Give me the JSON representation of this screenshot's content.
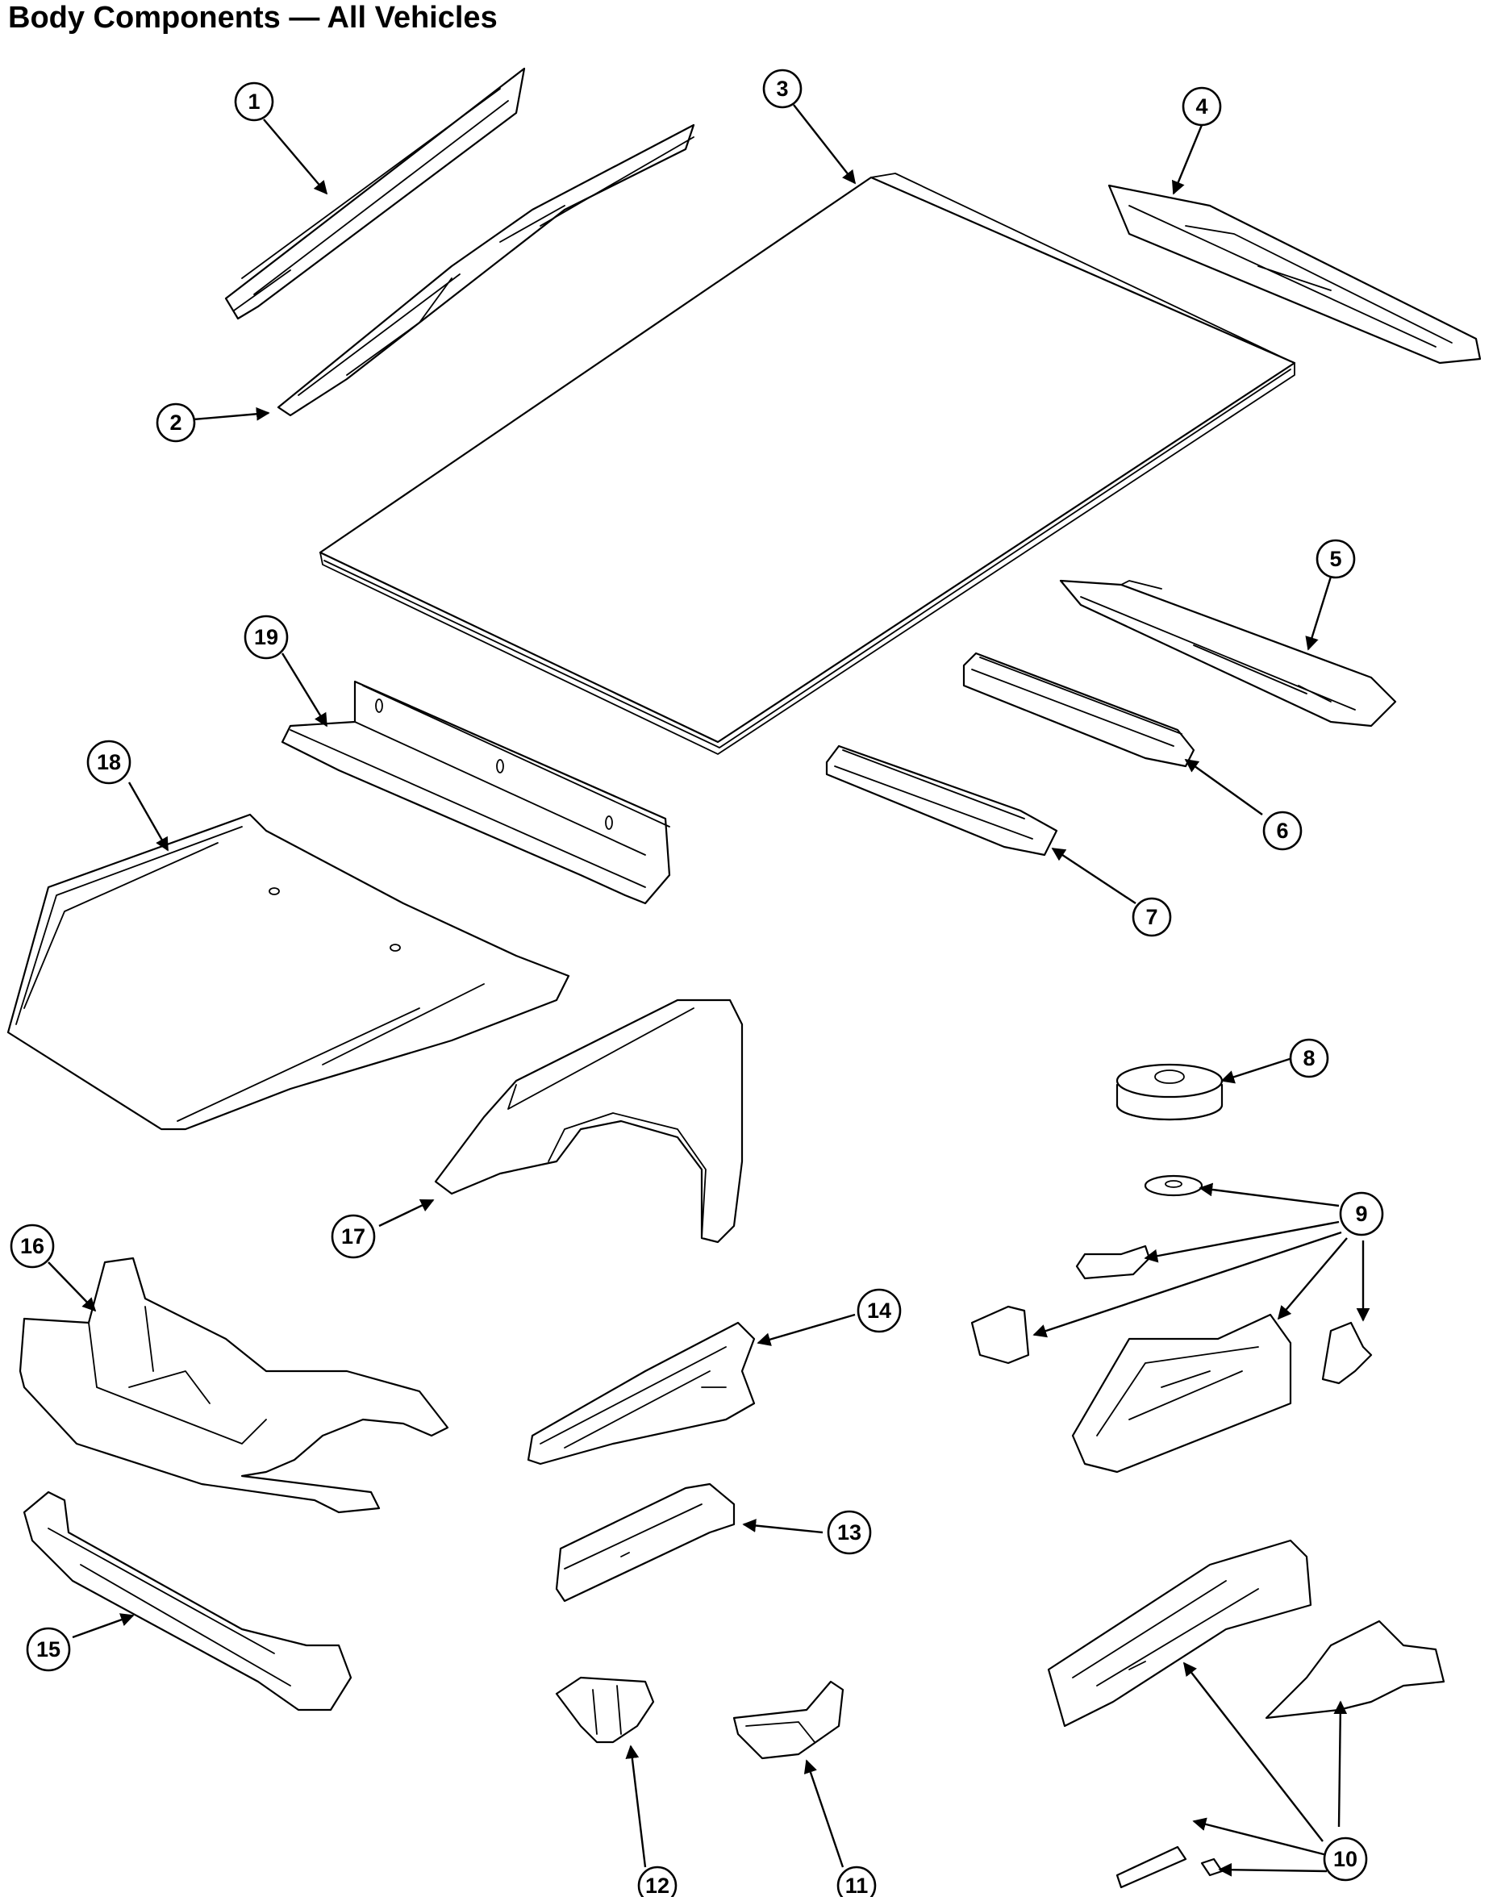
{
  "header": {
    "title": "Body Components — All Vehicles"
  },
  "callouts": [
    "1",
    "2",
    "3",
    "4",
    "5",
    "6",
    "7",
    "8",
    "9",
    "10",
    "11",
    "12",
    "13",
    "14",
    "15",
    "16",
    "17",
    "18",
    "19"
  ]
}
